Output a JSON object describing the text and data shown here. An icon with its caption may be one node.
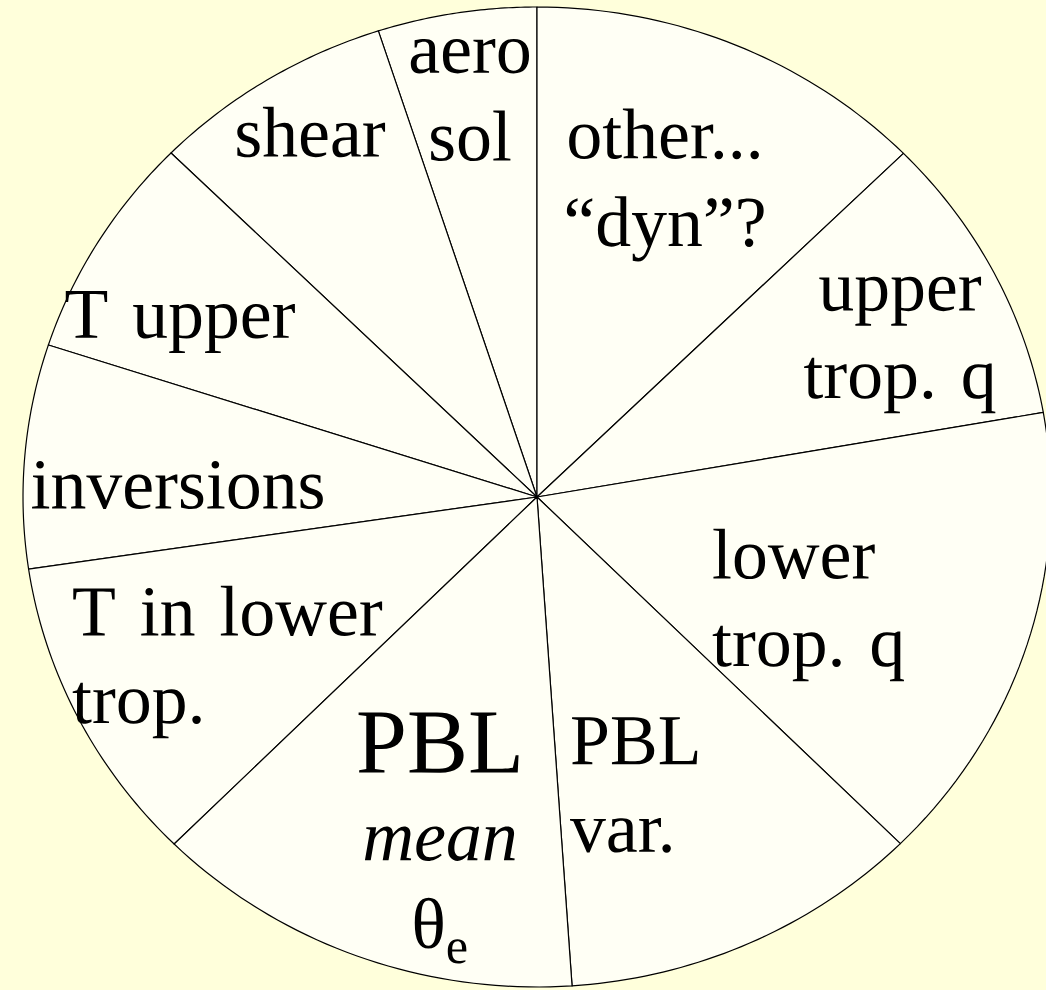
{
  "diagram": {
    "nodes": [
      {
        "text": [
          "aero sol"
        ]
      },
      {
        "text": [
          "other... “dyn”?"
        ]
      },
      {
        "text": [
          "shear"
        ]
      },
      {
        "text": [
          "T upper"
        ]
      },
      {
        "text": [
          "upper trop. q"
        ]
      },
      {
        "text": [
          "inversions"
        ]
      },
      {
        "text": [
          "lower trop. q"
        ]
      },
      {
        "text": [
          "T in lower trop."
        ]
      },
      {
        "text": [
          "PBL var."
        ]
      },
      {
        "text": [
          "PBL",
          "mean",
          "θ$_{e}$"
        ]
      }
    ]
  }
}
